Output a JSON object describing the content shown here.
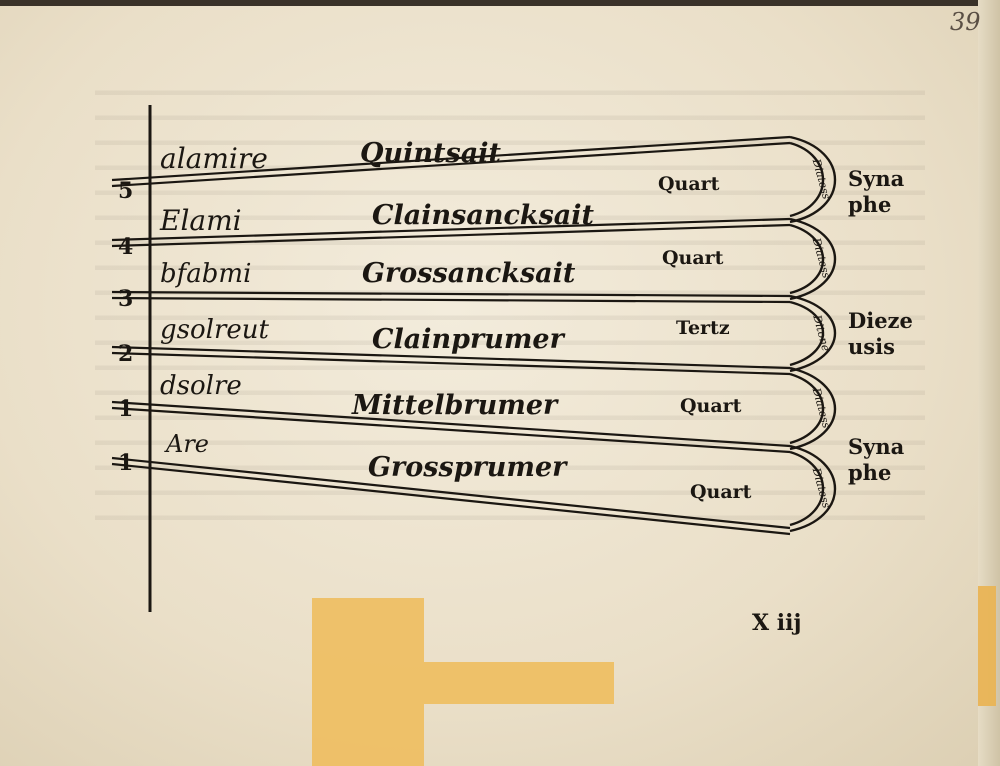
{
  "folio": "39",
  "signature": "X iij",
  "rows": [
    {
      "number": "5",
      "note": "alamire",
      "string": "Quintsait"
    },
    {
      "number": "4",
      "note": "Elami",
      "string": "Clainsancksait"
    },
    {
      "number": "3",
      "note": "bfabmi",
      "string": "Grossancksait"
    },
    {
      "number": "2",
      "note": "gsolreut",
      "string": "Clainprumer"
    },
    {
      "number": "1",
      "note": "dsolre",
      "string": "Mittelbrumer"
    },
    {
      "number": "1",
      "note": "Are",
      "string": "Grossprumer"
    }
  ],
  "intervals": [
    "Quart",
    "Quart",
    "Tertz",
    "Quart",
    "Quart"
  ],
  "arc_labels": [
    "Diatess",
    "Diatess",
    "Ditone",
    "Diatess",
    "Diatess"
  ],
  "side_labels": [
    {
      "line1": "Syna",
      "line2": "phe"
    },
    {
      "line1": "Dieze",
      "line2": "usis"
    },
    {
      "line1": "Syna",
      "line2": "phe"
    }
  ]
}
